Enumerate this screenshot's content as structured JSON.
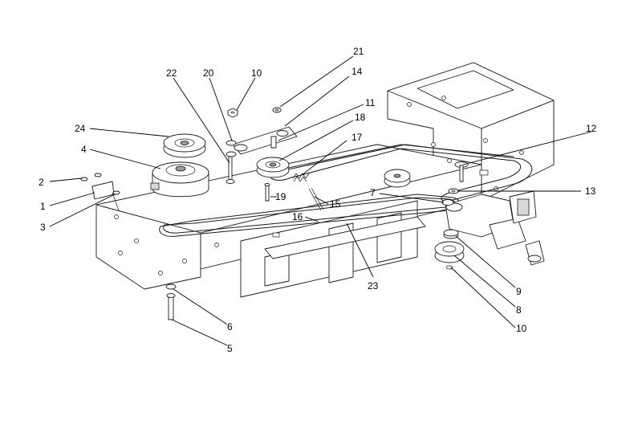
{
  "diagram": {
    "background": "#ffffff",
    "line_color": "#1a1a1a",
    "callouts": [
      {
        "id": "c21",
        "label": "21"
      },
      {
        "id": "c14",
        "label": "14"
      },
      {
        "id": "c10a",
        "label": "10"
      },
      {
        "id": "c20",
        "label": "20"
      },
      {
        "id": "c22",
        "label": "22"
      },
      {
        "id": "c11",
        "label": "11"
      },
      {
        "id": "c18",
        "label": "18"
      },
      {
        "id": "c24",
        "label": "24"
      },
      {
        "id": "c17",
        "label": "17"
      },
      {
        "id": "c12",
        "label": "12"
      },
      {
        "id": "c4",
        "label": "4"
      },
      {
        "id": "c2",
        "label": "2"
      },
      {
        "id": "c7",
        "label": "7"
      },
      {
        "id": "c13",
        "label": "13"
      },
      {
        "id": "c1",
        "label": "1"
      },
      {
        "id": "c19",
        "label": "19"
      },
      {
        "id": "c15",
        "label": "15"
      },
      {
        "id": "c3",
        "label": "3"
      },
      {
        "id": "c16",
        "label": "16"
      },
      {
        "id": "c23",
        "label": "23"
      },
      {
        "id": "c9",
        "label": "9"
      },
      {
        "id": "c8",
        "label": "8"
      },
      {
        "id": "c6",
        "label": "6"
      },
      {
        "id": "c10b",
        "label": "10"
      },
      {
        "id": "c5",
        "label": "5"
      }
    ]
  }
}
